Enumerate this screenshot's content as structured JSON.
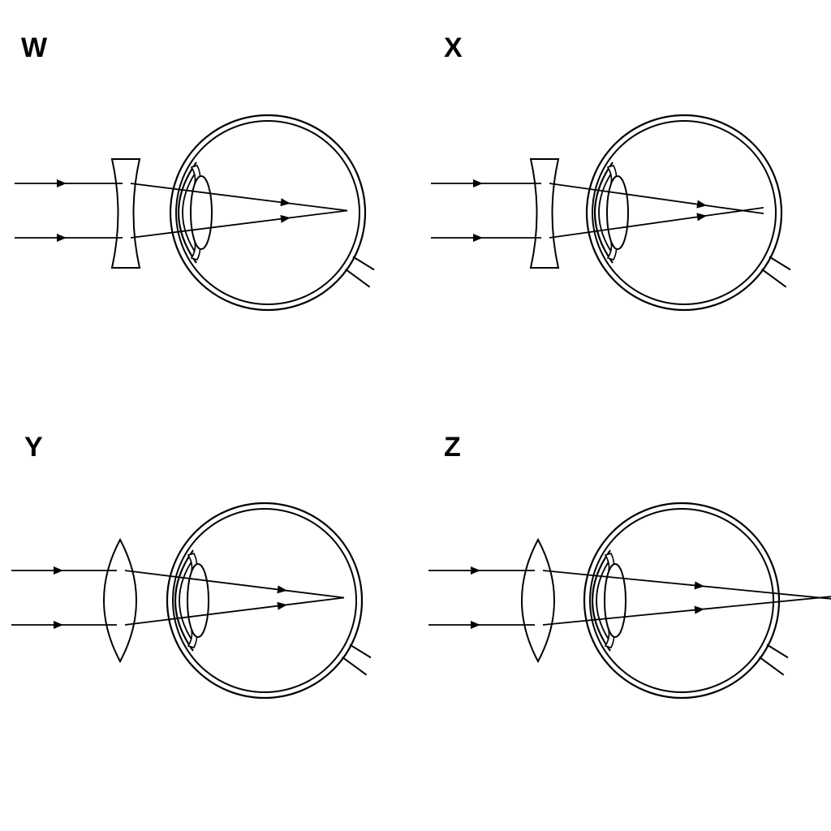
{
  "panels": [
    {
      "label": "W",
      "lens": "concave",
      "focus": "on-retina"
    },
    {
      "label": "X",
      "lens": "concave",
      "focus": "before-retina"
    },
    {
      "label": "Y",
      "lens": "convex",
      "focus": "on-retina"
    },
    {
      "label": "Z",
      "lens": "convex",
      "focus": "behind-retina"
    }
  ],
  "colors": {
    "line": "#000000",
    "background": "#ffffff"
  }
}
